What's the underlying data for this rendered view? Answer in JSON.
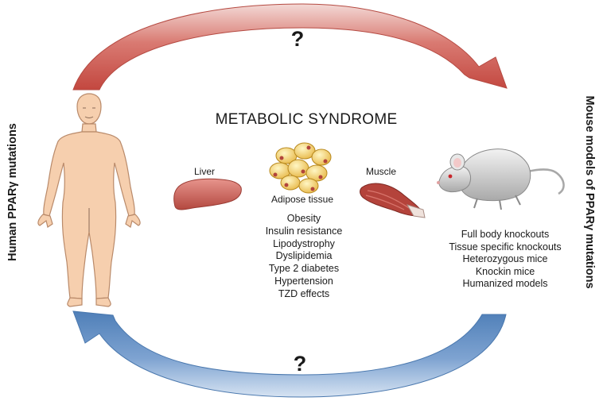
{
  "title": "METABOLIC SYNDROME",
  "organs": {
    "liver": "Liver",
    "adipose": "Adipose tissue",
    "muscle": "Muscle"
  },
  "phenotypes": [
    "Obesity",
    "Insulin resistance",
    "Lipodystrophy",
    "Dyslipidemia",
    "Type 2 diabetes",
    "Hypertension",
    "TZD effects"
  ],
  "mouse_models": [
    "Full body knockouts",
    "Tissue specific knockouts",
    "Heterozygous mice",
    "Knockin mice",
    "Humanized models"
  ],
  "side_labels": {
    "left": "Human PPARγ mutations",
    "right": "Mouse models of PPARγ mutations"
  },
  "arrows": {
    "top_question": "?",
    "bottom_question": "?",
    "top_color": "#c0504d",
    "bottom_color": "#4f81bd"
  }
}
